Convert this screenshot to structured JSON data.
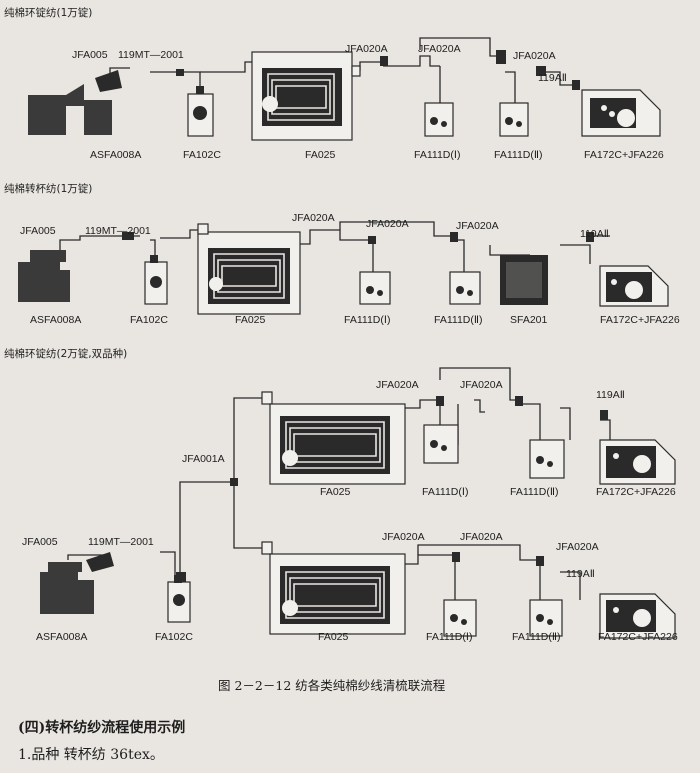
{
  "sections": [
    {
      "title": "纯棉环锭纺(1万锭)",
      "top_labels": [
        "JFA005",
        "119MT—2001",
        "JFA020A",
        "JFA020A",
        "JFA020A",
        "119AⅡ"
      ],
      "bottom_labels": [
        "ASFA008A",
        "FA102C",
        "FA025",
        "FA111D(Ⅰ)",
        "FA111D(Ⅱ)",
        "FA172C+JFA226"
      ]
    },
    {
      "title": "纯棉转杯纺(1万锭)",
      "top_labels": [
        "JFA005",
        "119MT—2001",
        "JFA020A",
        "JFA020A",
        "JFA020A",
        "119AⅡ"
      ],
      "bottom_labels": [
        "ASFA008A",
        "FA102C",
        "FA025",
        "FA111D(Ⅰ)",
        "FA111D(Ⅱ)",
        "SFA201",
        "FA172C+JFA226"
      ]
    },
    {
      "title": "纯棉环锭纺(2万锭,双品种)",
      "top_labels": [
        "JFA020A",
        "JFA020A",
        "119AⅡ",
        "JFA001A",
        "JFA005",
        "119MT—2001",
        "JFA020A",
        "JFA020A",
        "JFA020A",
        "119AⅡ"
      ],
      "bottom_labels": [
        "FA025",
        "FA111D(Ⅰ)",
        "FA111D(Ⅱ)",
        "FA172C+JFA226",
        "ASFA008A",
        "FA102C",
        "FA025",
        "FA111D(Ⅰ)",
        "FA111D(Ⅱ)",
        "FA172C+JFA226"
      ]
    }
  ],
  "figure_caption": "图 2－2－12   纺各类纯棉纱线清梳联流程",
  "text": {
    "heading": "(四)转杯纺纱流程使用示例",
    "line1": "1.品种   转杯纺 36tex。"
  }
}
